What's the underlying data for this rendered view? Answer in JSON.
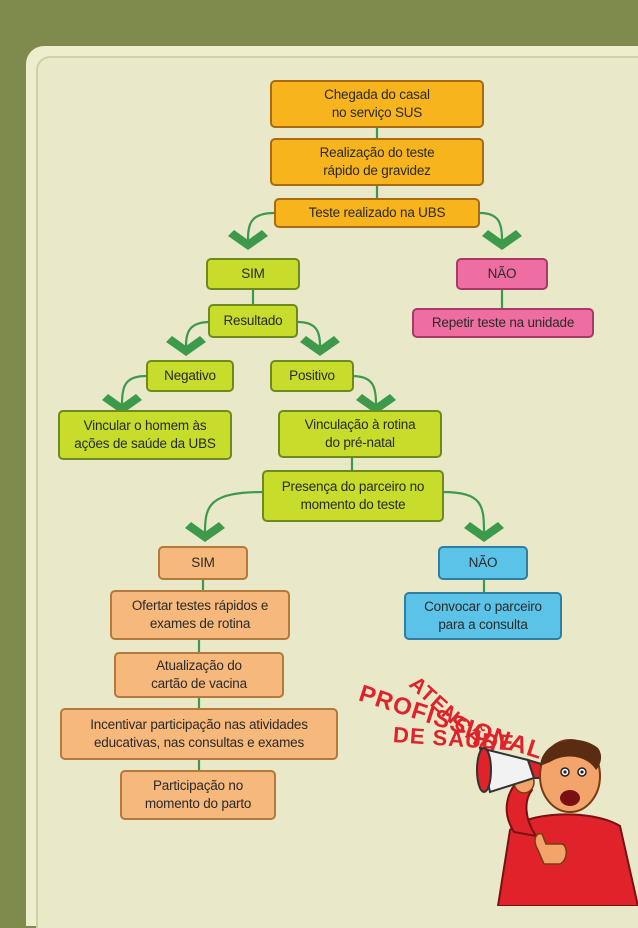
{
  "nodes": {
    "arrival": "Chegada do casal\nno serviço SUS",
    "pregnancy_test": "Realização do teste\nrápido de gravidez",
    "test_ubs": "Teste realizado na UBS",
    "yes1": "SIM",
    "no1": "NÃO",
    "repeat": "Repetir teste na unidade",
    "result": "Resultado",
    "negative": "Negativo",
    "positive": "Positivo",
    "link_man": "Vincular o homem às\nações de saúde da UBS",
    "prenatal": "Vinculação à rotina\ndo pré-natal",
    "partner_present": "Presença do parceiro no\nmomento do teste",
    "yes2": "SIM",
    "no2": "NÃO",
    "offer_tests": "Ofertar testes rápidos e\nexames de rotina",
    "call_partner": "Convocar o parceiro\npara a consulta",
    "vaccine": "Atualização do\ncartão de vacina",
    "encourage": "Incentivar participação nas atividades\neducativas, nas consultas e exames",
    "birth": "Participação no\nmomento do parto"
  },
  "stamp": {
    "line1": "ATENÇÃO",
    "line2": "PROFISSIONAL",
    "line3": "DE SAÚDE"
  },
  "colors": {
    "orange": "#f7b41c",
    "lime": "#c7dc2b",
    "pink": "#ee6ea1",
    "salmon": "#f7b97b",
    "blue": "#5bc3e8",
    "connector": "#3d9a4a",
    "stamp_red": "#e0222a"
  }
}
